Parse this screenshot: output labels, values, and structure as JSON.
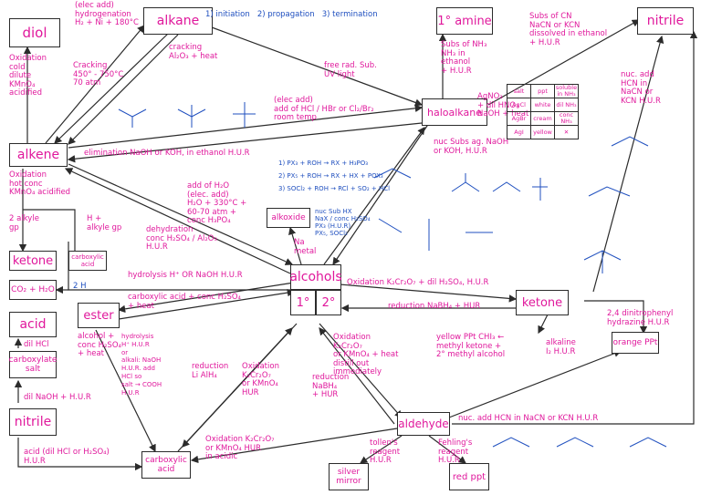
{
  "nodes": {
    "diol": "diol",
    "alkane": "alkane",
    "amine": "1° amine",
    "nitrile_top": "nitrile",
    "alkene": "alkene",
    "haloalkane": "haloalkane",
    "alkoxide": "alkoxide",
    "alcohols": "alcohols",
    "primary": "1°",
    "secondary": "2°",
    "ketone_left": "ketone",
    "co2": "CO₂ + H₂O",
    "acid": "acid",
    "ester": "ester",
    "carboxylate": "carboxylate salt",
    "nitrile_left": "nitrile",
    "carboxylic_acid": "carboxylic acid",
    "carboxylic_acid_small": "carboxylic acid",
    "ketone_right": "ketone",
    "orange_ppt": "orange PPt",
    "aldehyde": "aldehyde",
    "silver_mirror": "silver mirror",
    "red_ppt": "red ppt"
  },
  "labels": {
    "hydrogenation": "(elec add)\nhydrogenation\nH₂ + Ni + 180°C",
    "diol_oxidation": "Oxidation\ncold\ndilute\nKMnO₄\nacidified",
    "cracking_left": "Cracking\n450° - 750°C\n70 atm",
    "cracking_right": "cracking\nAl₂O₃ + heat",
    "initiation": "1) initiation   2) propagation   3) termination",
    "free_rad": "free rad. Sub.\nUV light",
    "amine_cond": "Subs of NH₃\nNH₃ in\nethanol\n+ H.U.R",
    "subs_cn": "Subs of CN\nNaCN or KCN\ndissolved in ethanol\n+ H.U.R",
    "elec_add_hx": "(elec add)\nadd of HCl / HBr or Cl₂/Br₂\nroom temp",
    "elimination": "elimination NaOH or KOH, in ethanol H.U.R",
    "agno3": "AgNO₃\n+ dil HNO₃\nNaOH + heat",
    "nuc_subs_naoh": "nuc Subs ag. NaOH\nor KOH, H.U.R",
    "px3": "1) PX₃ + ROH → RX + H₃PO₃\n2) PX₅ + ROH → RX + HX + POX₃\n3) SOCl₂ + ROH → RCl + SO₂ + HCl",
    "alkene_oxidation": "Oxidation\nhot conc\nKMnO₄ acidified",
    "alkyl_gp": "2 alkyle\ngp",
    "h_alkyl": "H +\nalkyle gp",
    "add_water": "add of H₂O\n(elec. add)\nH₂O + 330°C +\n60-70 atm +\nconc H₃PO₄",
    "dehydration": "dehydration\nconc H₂SO₄ / Al₂O₃\nH.U.R",
    "nuc_sub_hx": "nuc Sub HX\nNaX / conc H₂SO₄\nPX₃ (H.U.R)\nPX₅, SOCl₂",
    "na_metal": "Na\nmetal",
    "two_h": "2 H",
    "hydrolysis": "hydrolysis H⁺ OR NaOH H.U.R",
    "esterification": "carboxylic acid + conc H₂SO₄\n+ heat",
    "alcohol_conc": "alcohol +\nconc H₂SO₄\n+ heat",
    "hydrolysis_left": "hydrolysis\nH⁺ H.U.R\nor\nalkali: NaOH\nH.U.R. add\nHCl so\nsalt → COOH\nH.U.R",
    "dil_hcl": "dil HCl",
    "dil_naoh": "dil NaOH + H.U.R",
    "acid_dil": "acid (dil HCl or H₂SO₄)\nH.U.R",
    "reduction_lialh4": "reduction\nLi AlH₄",
    "oxidation_mid": "Oxidation\nK₂Cr₂O₇\nor KMnO₄\nHUR",
    "oxidation_ketone": "Oxidation K₂Cr₂O₇ + dil H₂SO₄, H.U.R",
    "reduction_nabh4": "reduction NaBH₄ + HUR",
    "dnph": "2,4 dinitrophenyl\nhydrazine H.U.R",
    "oxidation_ald": "Oxidation\nK₂Cr₂O₇\nor KMnO₄ + heat\ndistill out\nimmediately",
    "reduction_ald": "reduction\nNaBH₄\n+ HUR",
    "iodoform": "yellow PPt CHI₃ ←\nmethyl ketone +\n2° methyl alcohol",
    "alkaline": "alkaline\nI₂ H.U.R",
    "nuc_add_right": "nuc. add\nHCN in\nNaCN or\nKCN H.U.R",
    "nuc_add_bottom": "nuc. add HCN in NaCN or KCN H.U.R",
    "oxidation_bottom": "Oxidation K₂Cr₂O₇\nor KMnO₄ HUR\nin acidic",
    "tollens": "tollen's\nreagent\nH.U.R",
    "fehlings": "Fehling's\nreagent\nH.U.R"
  },
  "precipitate_table": {
    "rows": [
      [
        "salt",
        "ppt",
        "soluble in NH₃"
      ],
      [
        "AgCl",
        "white",
        "dil NH₃"
      ],
      [
        "AgBr",
        "cream",
        "conc NH₃"
      ],
      [
        "AgI",
        "yellow",
        "✕"
      ]
    ]
  },
  "colors": {
    "pink": "#e0189c",
    "blue": "#1f4fbf",
    "line": "#2b2b2b"
  }
}
